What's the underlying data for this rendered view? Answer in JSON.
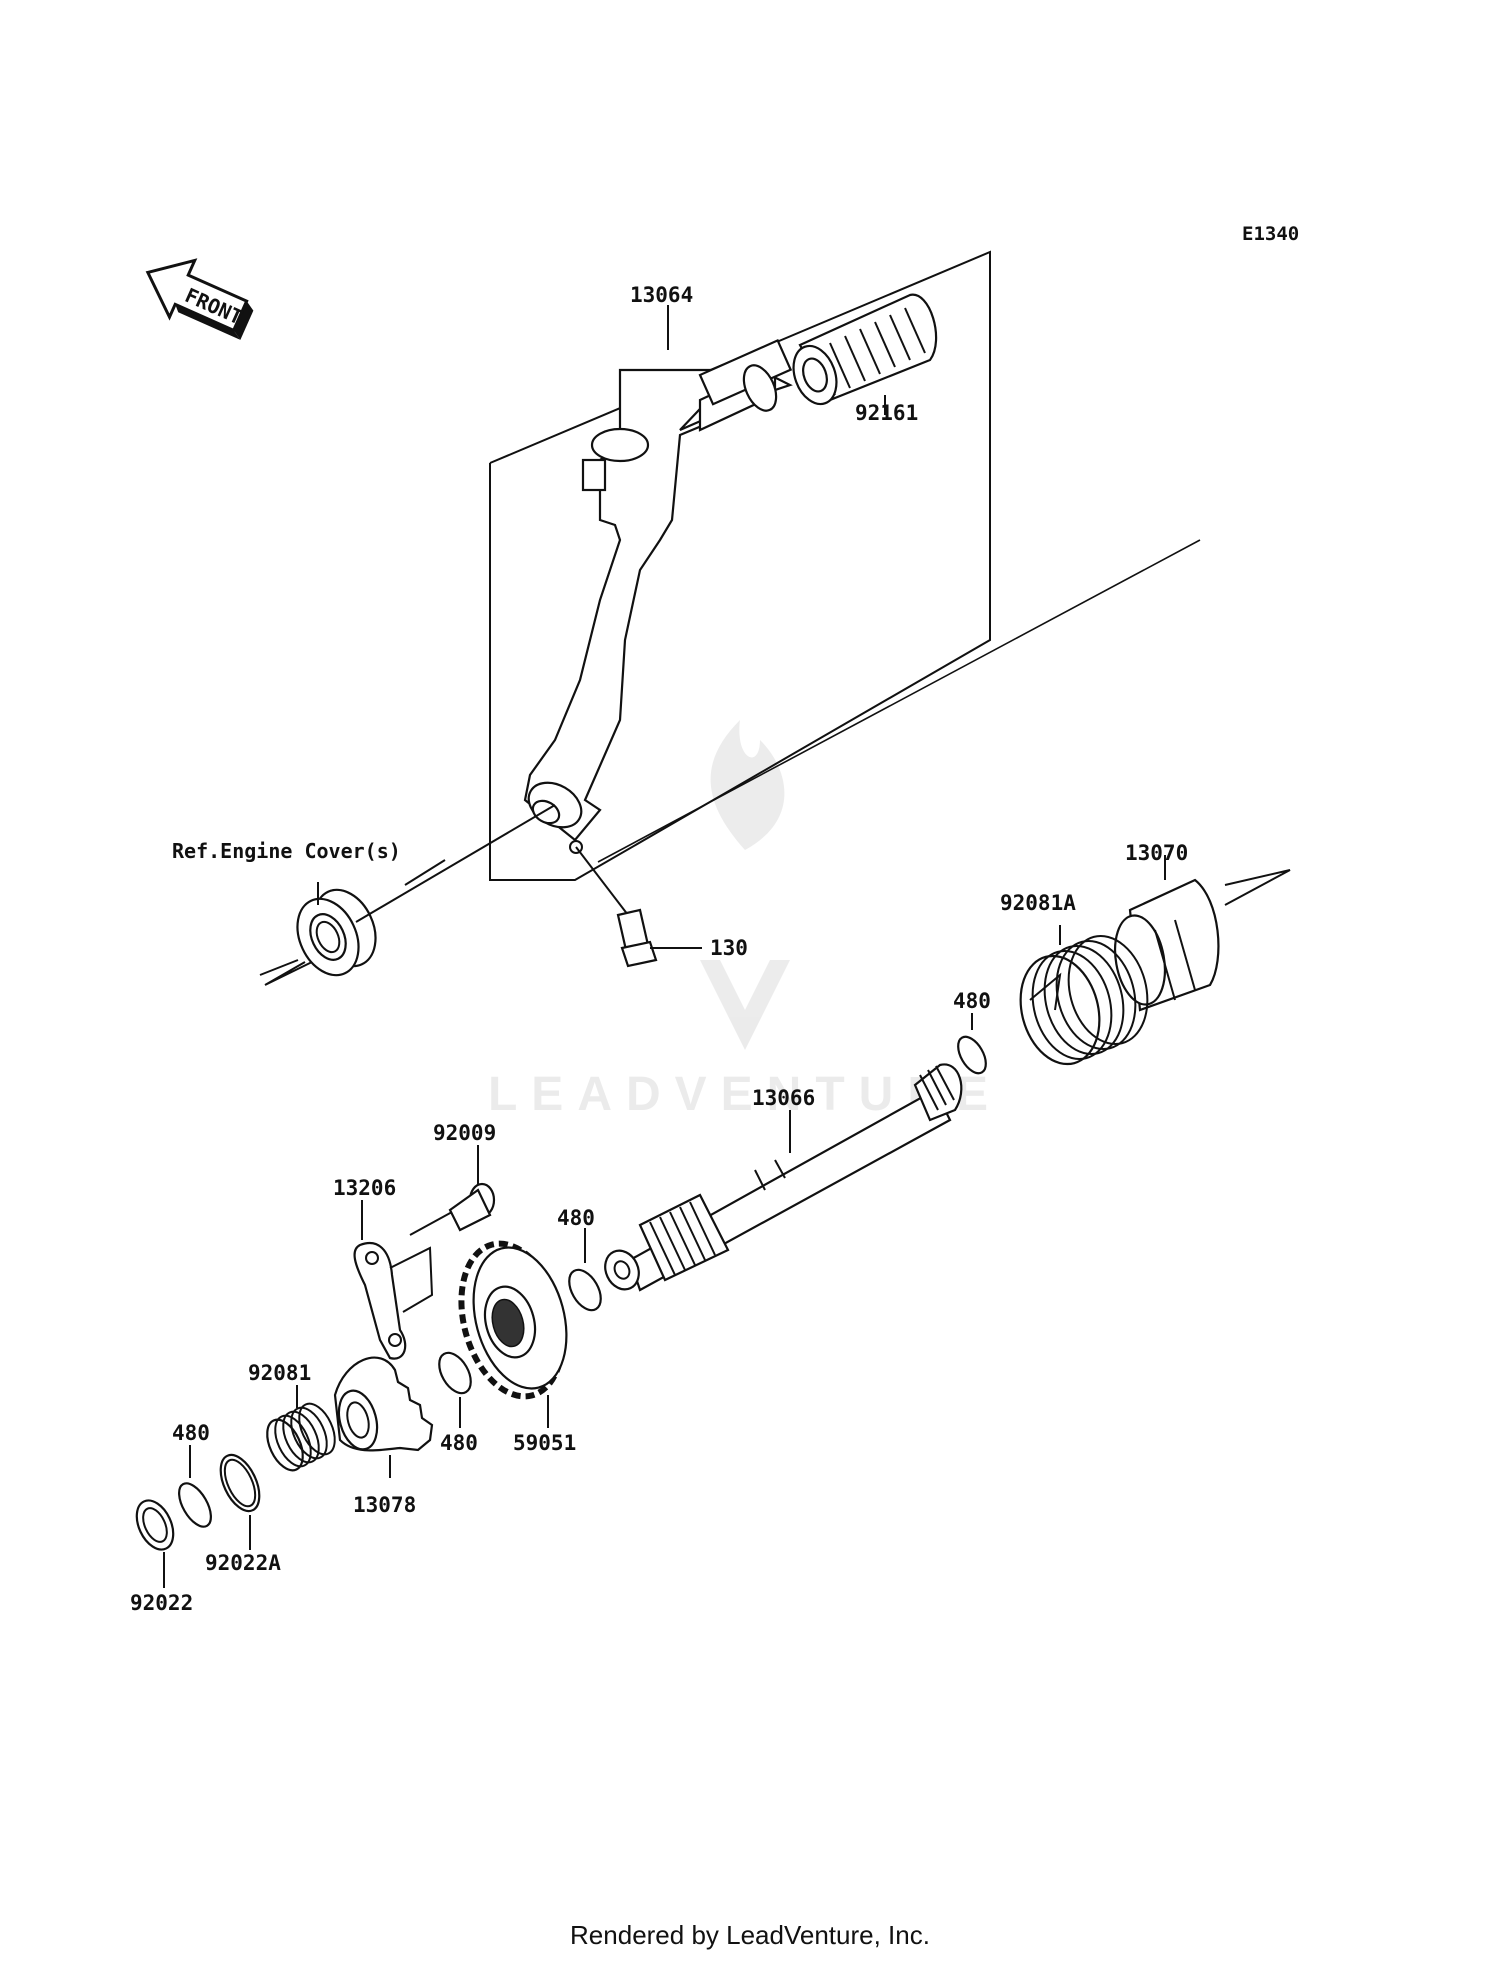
{
  "diagram_code": "E1340",
  "front_label": "FRONT",
  "watermark": "LEADVENTURE",
  "footer": "Rendered by LeadVenture, Inc.",
  "reference_note": "Ref.Engine Cover(s)",
  "callouts": {
    "p13064": "13064",
    "p92161": "92161",
    "p130": "130",
    "p13070": "13070",
    "p92081A": "92081A",
    "p480_a": "480",
    "p13066": "13066",
    "p92009": "92009",
    "p13206": "13206",
    "p480_b": "480",
    "p92081": "92081",
    "p480_c": "480",
    "p59051": "59051",
    "p480_d": "480",
    "p13078": "13078",
    "p92022A": "92022A",
    "p92022": "92022"
  }
}
